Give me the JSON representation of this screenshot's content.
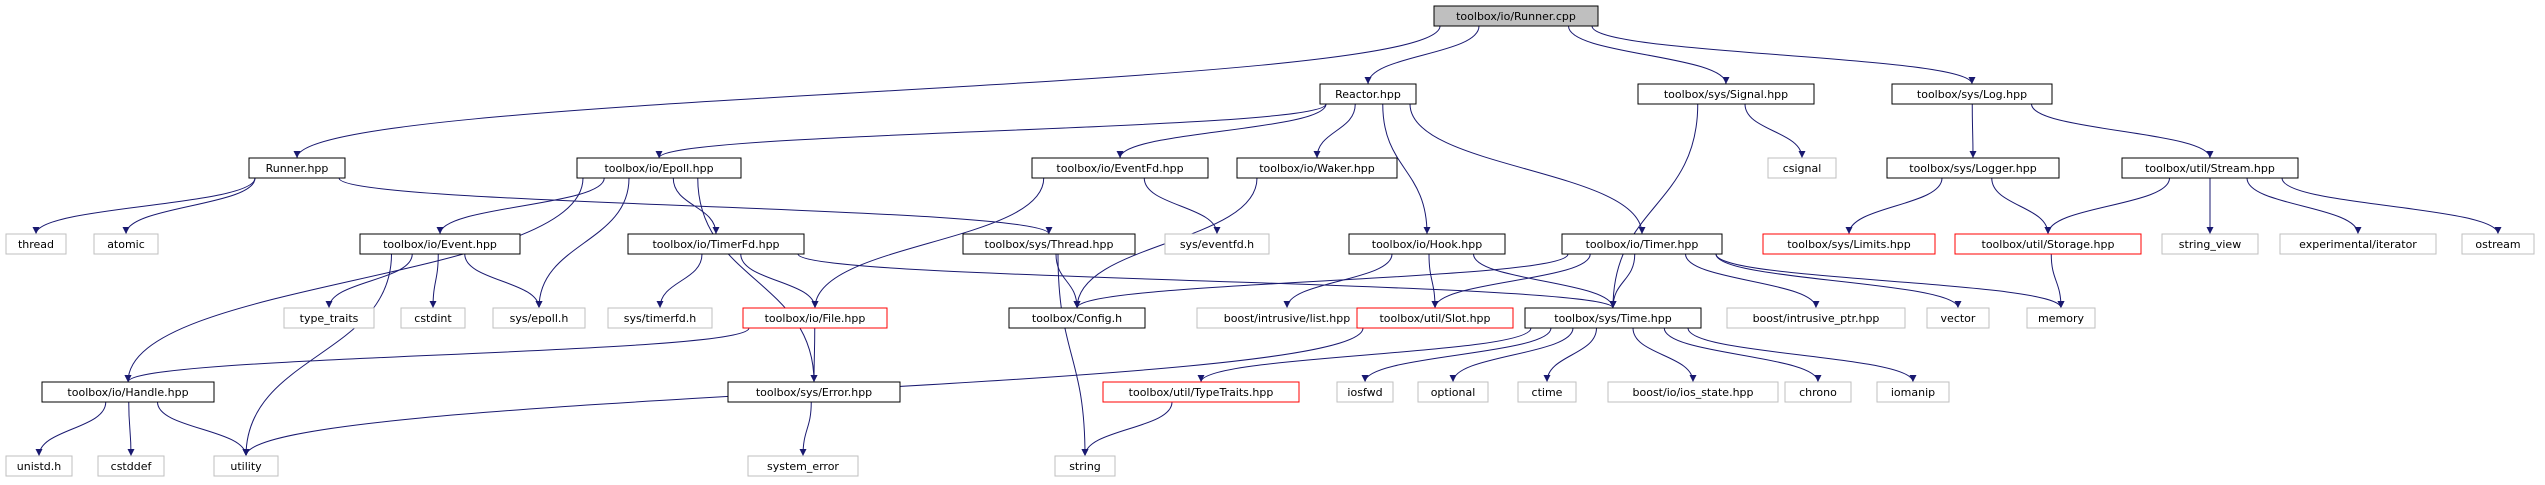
{
  "colors": {
    "edge": "#191970",
    "node_border_default": "#000000",
    "node_border_missing": "#ff0000",
    "node_border_external": "#bfbfbf",
    "root_fill": "#bfbfbf",
    "text": "#000000"
  },
  "graph": {
    "nodes": [
      {
        "id": "runner_cpp",
        "label": "toolbox/io/Runner.cpp",
        "kind": "root"
      },
      {
        "id": "runner_hpp",
        "label": "Runner.hpp",
        "kind": "default"
      },
      {
        "id": "reactor_hpp",
        "label": "Reactor.hpp",
        "kind": "default"
      },
      {
        "id": "signal_hpp",
        "label": "toolbox/sys/Signal.hpp",
        "kind": "default"
      },
      {
        "id": "log_hpp",
        "label": "toolbox/sys/Log.hpp",
        "kind": "default"
      },
      {
        "id": "thread",
        "label": "thread",
        "kind": "external"
      },
      {
        "id": "atomic",
        "label": "atomic",
        "kind": "external"
      },
      {
        "id": "epoll_hpp",
        "label": "toolbox/io/Epoll.hpp",
        "kind": "default"
      },
      {
        "id": "eventfd_hpp",
        "label": "toolbox/io/EventFd.hpp",
        "kind": "default"
      },
      {
        "id": "waker_hpp",
        "label": "toolbox/io/Waker.hpp",
        "kind": "default"
      },
      {
        "id": "csignal",
        "label": "csignal",
        "kind": "external"
      },
      {
        "id": "logger_hpp",
        "label": "toolbox/sys/Logger.hpp",
        "kind": "default"
      },
      {
        "id": "stream_hpp",
        "label": "toolbox/util/Stream.hpp",
        "kind": "default"
      },
      {
        "id": "event_hpp",
        "label": "toolbox/io/Event.hpp",
        "kind": "default"
      },
      {
        "id": "timerfd_hpp",
        "label": "toolbox/io/TimerFd.hpp",
        "kind": "default"
      },
      {
        "id": "thread_hpp",
        "label": "toolbox/sys/Thread.hpp",
        "kind": "default"
      },
      {
        "id": "sys_eventfd",
        "label": "sys/eventfd.h",
        "kind": "external"
      },
      {
        "id": "hook_hpp",
        "label": "toolbox/io/Hook.hpp",
        "kind": "default"
      },
      {
        "id": "timer_hpp",
        "label": "toolbox/io/Timer.hpp",
        "kind": "default"
      },
      {
        "id": "limits_hpp",
        "label": "toolbox/sys/Limits.hpp",
        "kind": "missing"
      },
      {
        "id": "storage_hpp",
        "label": "toolbox/util/Storage.hpp",
        "kind": "missing"
      },
      {
        "id": "string_view",
        "label": "string_view",
        "kind": "external"
      },
      {
        "id": "exp_iterator",
        "label": "experimental/iterator",
        "kind": "external"
      },
      {
        "id": "ostream",
        "label": "ostream",
        "kind": "external"
      },
      {
        "id": "type_traits",
        "label": "type_traits",
        "kind": "external"
      },
      {
        "id": "cstdint",
        "label": "cstdint",
        "kind": "external"
      },
      {
        "id": "sys_epoll",
        "label": "sys/epoll.h",
        "kind": "external"
      },
      {
        "id": "sys_timerfd",
        "label": "sys/timerfd.h",
        "kind": "external"
      },
      {
        "id": "file_hpp",
        "label": "toolbox/io/File.hpp",
        "kind": "missing"
      },
      {
        "id": "config_hpp",
        "label": "toolbox/Config.h",
        "kind": "default"
      },
      {
        "id": "boost_list",
        "label": "boost/intrusive/list.hpp",
        "kind": "external"
      },
      {
        "id": "slot_hpp",
        "label": "toolbox/util/Slot.hpp",
        "kind": "missing"
      },
      {
        "id": "time_hpp",
        "label": "toolbox/sys/Time.hpp",
        "kind": "default"
      },
      {
        "id": "boost_ptr",
        "label": "boost/intrusive_ptr.hpp",
        "kind": "external"
      },
      {
        "id": "vector",
        "label": "vector",
        "kind": "external"
      },
      {
        "id": "memory",
        "label": "memory",
        "kind": "external"
      },
      {
        "id": "handle_hpp",
        "label": "toolbox/io/Handle.hpp",
        "kind": "default"
      },
      {
        "id": "error_hpp",
        "label": "toolbox/sys/Error.hpp",
        "kind": "default"
      },
      {
        "id": "typetraits_hpp",
        "label": "toolbox/util/TypeTraits.hpp",
        "kind": "missing"
      },
      {
        "id": "iosfwd",
        "label": "iosfwd",
        "kind": "external"
      },
      {
        "id": "optional",
        "label": "optional",
        "kind": "external"
      },
      {
        "id": "ctime",
        "label": "ctime",
        "kind": "external"
      },
      {
        "id": "boost_ios",
        "label": "boost/io/ios_state.hpp",
        "kind": "external"
      },
      {
        "id": "chrono",
        "label": "chrono",
        "kind": "external"
      },
      {
        "id": "iomanip",
        "label": "iomanip",
        "kind": "external"
      },
      {
        "id": "unistd",
        "label": "unistd.h",
        "kind": "external"
      },
      {
        "id": "cstddef",
        "label": "cstddef",
        "kind": "external"
      },
      {
        "id": "utility",
        "label": "utility",
        "kind": "external"
      },
      {
        "id": "system_error",
        "label": "system_error",
        "kind": "external"
      },
      {
        "id": "string",
        "label": "string",
        "kind": "external"
      }
    ],
    "edges": [
      [
        "runner_cpp",
        "runner_hpp"
      ],
      [
        "runner_cpp",
        "reactor_hpp"
      ],
      [
        "runner_cpp",
        "signal_hpp"
      ],
      [
        "runner_cpp",
        "log_hpp"
      ],
      [
        "runner_hpp",
        "thread"
      ],
      [
        "runner_hpp",
        "atomic"
      ],
      [
        "runner_hpp",
        "thread_hpp"
      ],
      [
        "reactor_hpp",
        "epoll_hpp"
      ],
      [
        "reactor_hpp",
        "eventfd_hpp"
      ],
      [
        "reactor_hpp",
        "waker_hpp"
      ],
      [
        "reactor_hpp",
        "hook_hpp"
      ],
      [
        "reactor_hpp",
        "timer_hpp"
      ],
      [
        "signal_hpp",
        "csignal"
      ],
      [
        "signal_hpp",
        "time_hpp"
      ],
      [
        "log_hpp",
        "logger_hpp"
      ],
      [
        "log_hpp",
        "stream_hpp"
      ],
      [
        "epoll_hpp",
        "event_hpp"
      ],
      [
        "epoll_hpp",
        "timerfd_hpp"
      ],
      [
        "epoll_hpp",
        "sys_epoll"
      ],
      [
        "epoll_hpp",
        "handle_hpp"
      ],
      [
        "epoll_hpp",
        "error_hpp"
      ],
      [
        "eventfd_hpp",
        "sys_eventfd"
      ],
      [
        "eventfd_hpp",
        "file_hpp"
      ],
      [
        "waker_hpp",
        "config_hpp"
      ],
      [
        "logger_hpp",
        "limits_hpp"
      ],
      [
        "logger_hpp",
        "storage_hpp"
      ],
      [
        "stream_hpp",
        "storage_hpp"
      ],
      [
        "stream_hpp",
        "string_view"
      ],
      [
        "stream_hpp",
        "exp_iterator"
      ],
      [
        "stream_hpp",
        "ostream"
      ],
      [
        "event_hpp",
        "type_traits"
      ],
      [
        "event_hpp",
        "cstdint"
      ],
      [
        "event_hpp",
        "sys_epoll"
      ],
      [
        "event_hpp",
        "utility"
      ],
      [
        "timerfd_hpp",
        "sys_timerfd"
      ],
      [
        "timerfd_hpp",
        "file_hpp"
      ],
      [
        "timerfd_hpp",
        "time_hpp"
      ],
      [
        "thread_hpp",
        "config_hpp"
      ],
      [
        "thread_hpp",
        "string"
      ],
      [
        "hook_hpp",
        "boost_list"
      ],
      [
        "hook_hpp",
        "slot_hpp"
      ],
      [
        "hook_hpp",
        "time_hpp"
      ],
      [
        "timer_hpp",
        "config_hpp"
      ],
      [
        "timer_hpp",
        "slot_hpp"
      ],
      [
        "timer_hpp",
        "time_hpp"
      ],
      [
        "timer_hpp",
        "boost_ptr"
      ],
      [
        "timer_hpp",
        "vector"
      ],
      [
        "timer_hpp",
        "memory"
      ],
      [
        "storage_hpp",
        "memory"
      ],
      [
        "file_hpp",
        "handle_hpp"
      ],
      [
        "file_hpp",
        "error_hpp"
      ],
      [
        "slot_hpp",
        "utility"
      ],
      [
        "time_hpp",
        "typetraits_hpp"
      ],
      [
        "time_hpp",
        "iosfwd"
      ],
      [
        "time_hpp",
        "optional"
      ],
      [
        "time_hpp",
        "ctime"
      ],
      [
        "time_hpp",
        "boost_ios"
      ],
      [
        "time_hpp",
        "chrono"
      ],
      [
        "time_hpp",
        "iomanip"
      ],
      [
        "handle_hpp",
        "unistd"
      ],
      [
        "handle_hpp",
        "cstddef"
      ],
      [
        "handle_hpp",
        "utility"
      ],
      [
        "error_hpp",
        "system_error"
      ],
      [
        "typetraits_hpp",
        "string"
      ]
    ]
  }
}
